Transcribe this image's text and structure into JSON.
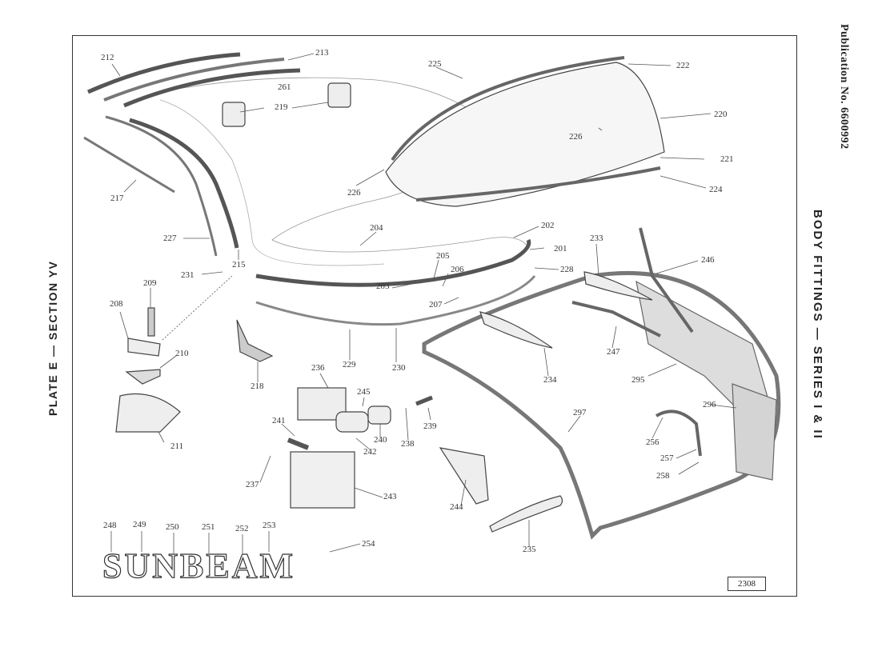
{
  "publication": "Publication No. 6600992",
  "section_title": "BODY FITTINGS — SERIES I & II",
  "plate_title": "PLATE E — SECTION YV",
  "reference_number": "2308",
  "emblem_text": "SUNBEAM",
  "callouts": [
    {
      "id": "212",
      "label": "212"
    },
    {
      "id": "213",
      "label": "213"
    },
    {
      "id": "261",
      "label": "261"
    },
    {
      "id": "219",
      "label": "219"
    },
    {
      "id": "217",
      "label": "217"
    },
    {
      "id": "225",
      "label": "225"
    },
    {
      "id": "222",
      "label": "222"
    },
    {
      "id": "220",
      "label": "220"
    },
    {
      "id": "226a",
      "label": "226"
    },
    {
      "id": "226b",
      "label": "226"
    },
    {
      "id": "221",
      "label": "221"
    },
    {
      "id": "224",
      "label": "224"
    },
    {
      "id": "204",
      "label": "204"
    },
    {
      "id": "202",
      "label": "202"
    },
    {
      "id": "201",
      "label": "201"
    },
    {
      "id": "227",
      "label": "227"
    },
    {
      "id": "215",
      "label": "215"
    },
    {
      "id": "231",
      "label": "231"
    },
    {
      "id": "205",
      "label": "205"
    },
    {
      "id": "206",
      "label": "206"
    },
    {
      "id": "228",
      "label": "228"
    },
    {
      "id": "203",
      "label": "203"
    },
    {
      "id": "207",
      "label": "207"
    },
    {
      "id": "233",
      "label": "233"
    },
    {
      "id": "246",
      "label": "246"
    },
    {
      "id": "209",
      "label": "209"
    },
    {
      "id": "208",
      "label": "208"
    },
    {
      "id": "210",
      "label": "210"
    },
    {
      "id": "218",
      "label": "218"
    },
    {
      "id": "229",
      "label": "229"
    },
    {
      "id": "230",
      "label": "230"
    },
    {
      "id": "234",
      "label": "234"
    },
    {
      "id": "247",
      "label": "247"
    },
    {
      "id": "295",
      "label": "295"
    },
    {
      "id": "236",
      "label": "236"
    },
    {
      "id": "245",
      "label": "245"
    },
    {
      "id": "296",
      "label": "296"
    },
    {
      "id": "211",
      "label": "211"
    },
    {
      "id": "241",
      "label": "241"
    },
    {
      "id": "240",
      "label": "240"
    },
    {
      "id": "238",
      "label": "238"
    },
    {
      "id": "239",
      "label": "239"
    },
    {
      "id": "242",
      "label": "242"
    },
    {
      "id": "297",
      "label": "297"
    },
    {
      "id": "256",
      "label": "256"
    },
    {
      "id": "237",
      "label": "237"
    },
    {
      "id": "243",
      "label": "243"
    },
    {
      "id": "257",
      "label": "257"
    },
    {
      "id": "258",
      "label": "258"
    },
    {
      "id": "244",
      "label": "244"
    },
    {
      "id": "235",
      "label": "235"
    },
    {
      "id": "248",
      "label": "248"
    },
    {
      "id": "249",
      "label": "249"
    },
    {
      "id": "250",
      "label": "250"
    },
    {
      "id": "251",
      "label": "251"
    },
    {
      "id": "252",
      "label": "252"
    },
    {
      "id": "253",
      "label": "253"
    },
    {
      "id": "254",
      "label": "254"
    }
  ]
}
